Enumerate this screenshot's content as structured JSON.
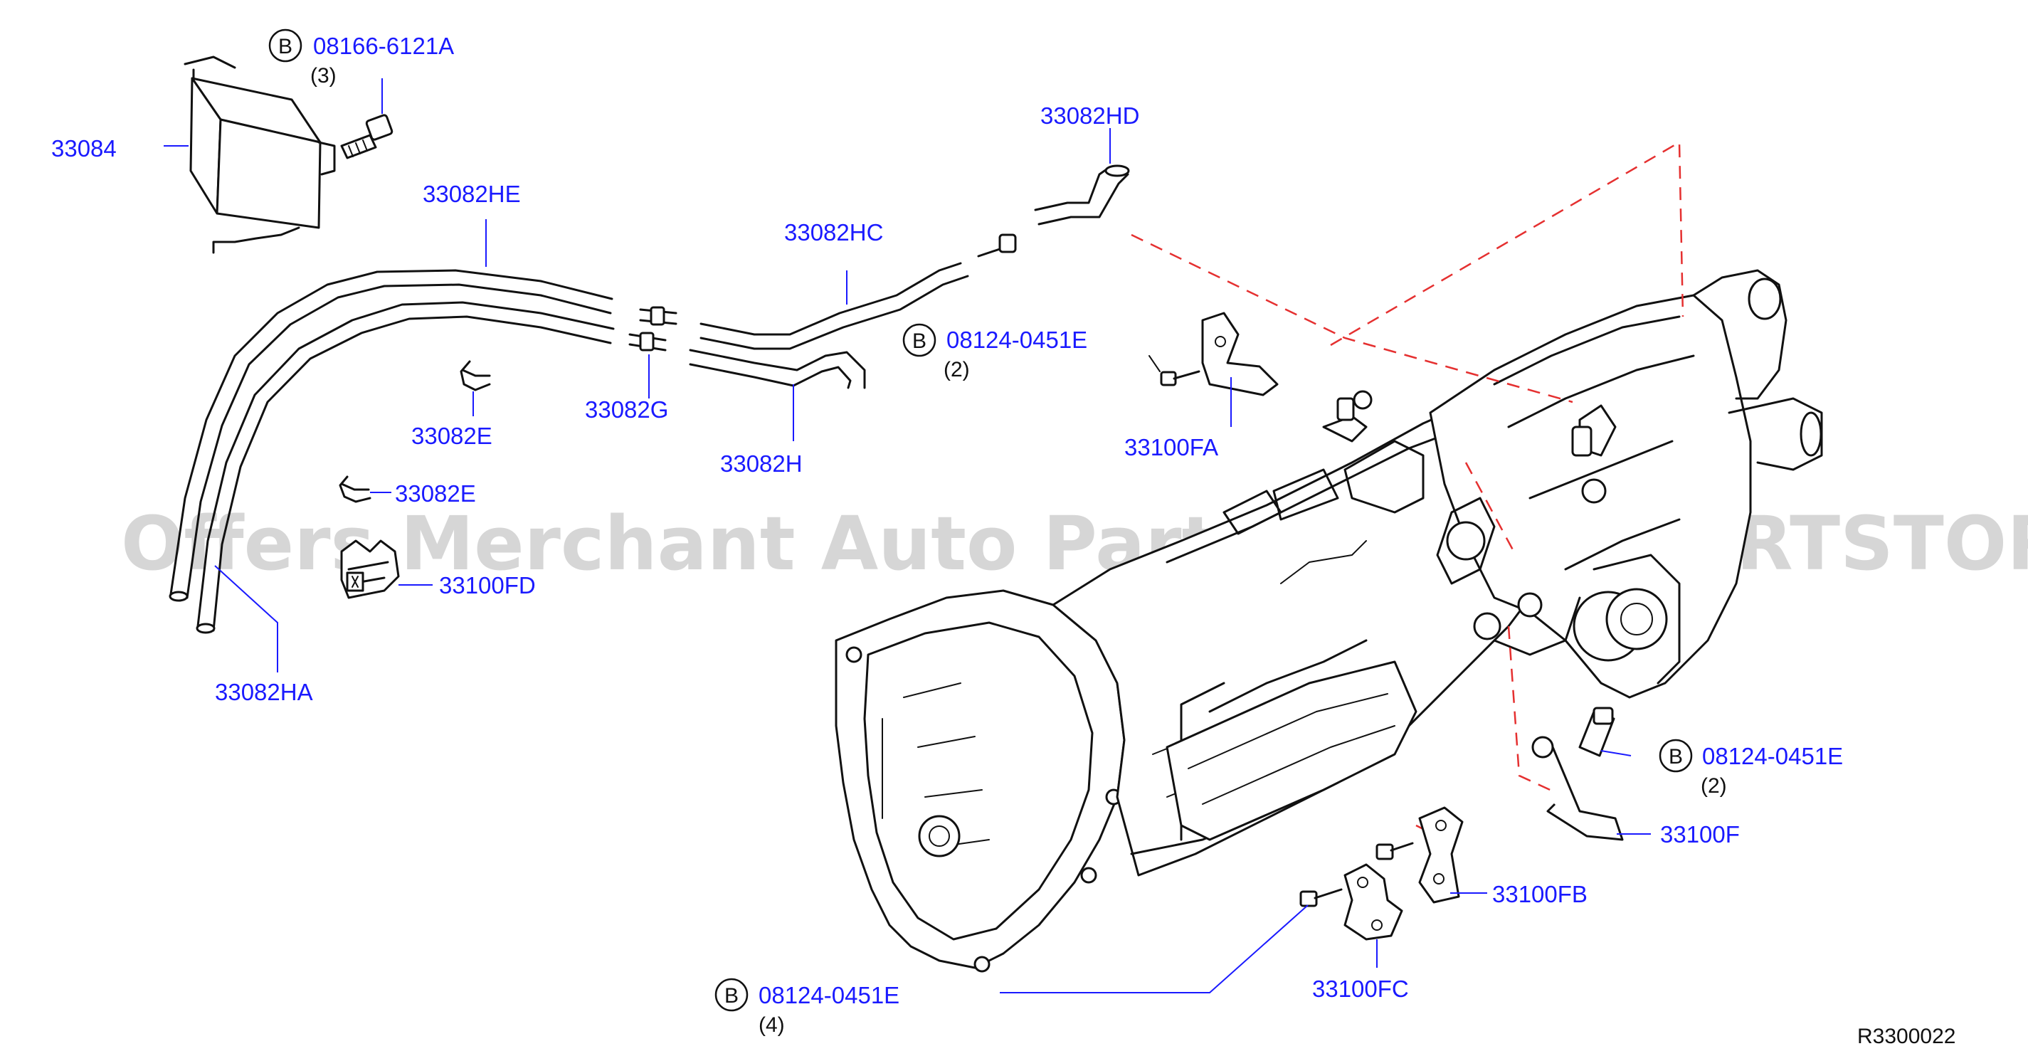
{
  "diagram": {
    "watermark": "Offers Merchant Auto Parts Catalog PARTSTORE.SA",
    "reference": "R3300022",
    "b_marker": "B",
    "labels": {
      "bolt_top": "08166-6121A",
      "bolt_top_qty": "(3)",
      "cooler": "33084",
      "hose_he": "33082HE",
      "hose_hc": "33082HC",
      "hose_hd": "33082HD",
      "bolt_mid": "08124-0451E",
      "bolt_mid_qty": "(2)",
      "bracket_fa": "33100FA",
      "connector_g": "33082G",
      "clip_e_1": "33082E",
      "clip_e_2": "33082E",
      "hose_h": "33082H",
      "clamp_fd": "33100FD",
      "hose_ha": "33082HA",
      "bolt_right": "08124-0451E",
      "bolt_right_qty": "(2)",
      "bracket_f": "33100F",
      "bracket_fb": "33100FB",
      "bracket_fc": "33100FC",
      "bolt_bottom": "08124-0451E",
      "bolt_bottom_qty": "(4)"
    }
  }
}
